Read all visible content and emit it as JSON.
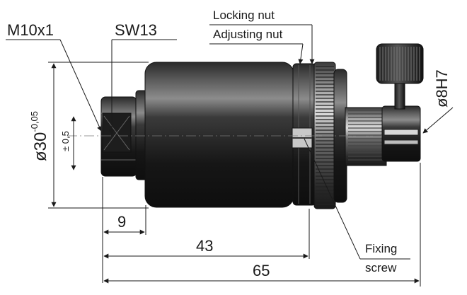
{
  "labels": {
    "thread": "M10x1",
    "wrench": "SW13",
    "locking_nut": "Locking nut",
    "adjusting_nut": "Adjusting nut",
    "bore": "ø8H7",
    "fixing_line1": "Fixing",
    "fixing_line2": "screw",
    "tolerance": "± 0,5"
  },
  "dimensions": {
    "diameter_base": "ø30",
    "diameter_tol": "-0,05",
    "d9": "9",
    "d43": "43",
    "d65": "65"
  },
  "colors": {
    "body_dark": "#1c1c1c",
    "body_mid": "#3a3a3a",
    "body_light": "#8a8a8a",
    "line": "#1a1a1a"
  }
}
